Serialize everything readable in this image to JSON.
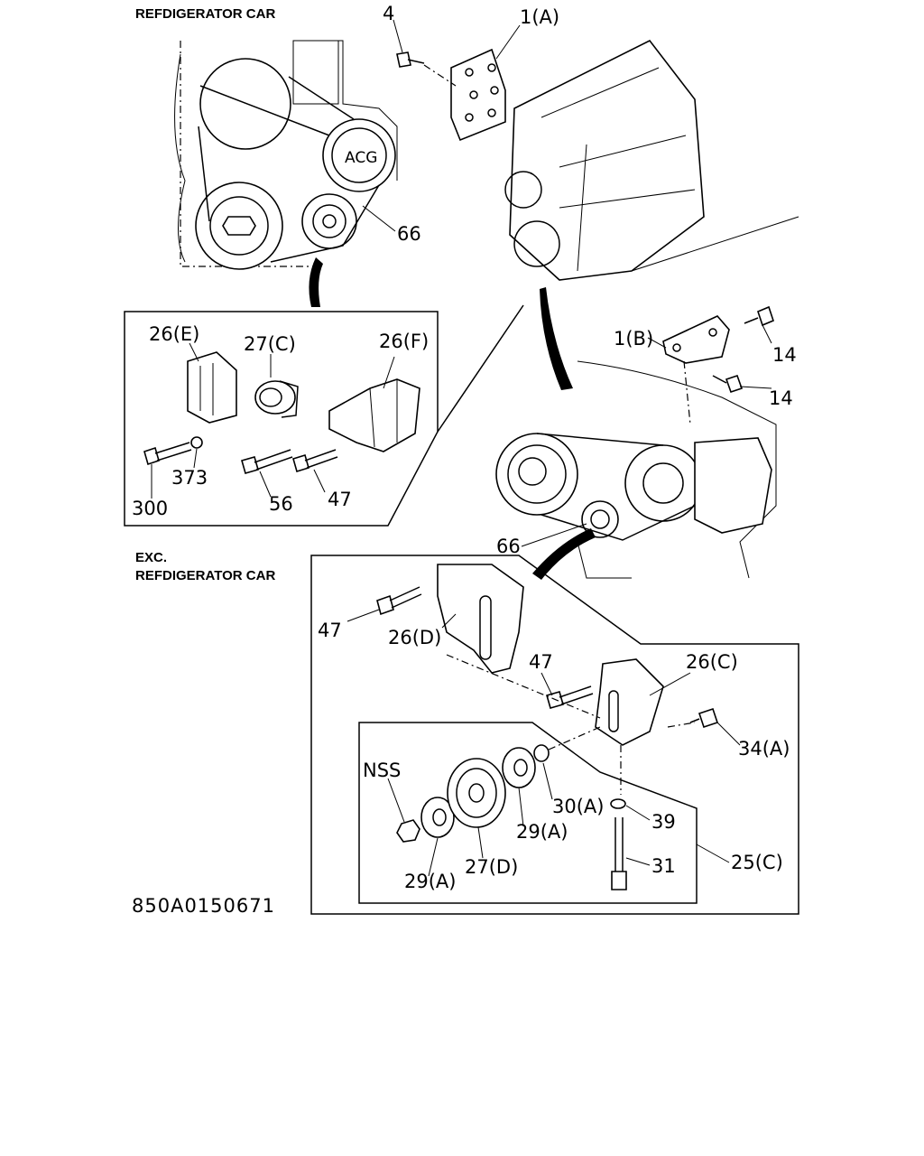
{
  "headings": {
    "refrigerator": "REFDIGERATOR CAR",
    "exc_line1": "EXC.",
    "exc_line2": "REFDIGERATOR CAR"
  },
  "callouts": {
    "c4": "4",
    "c1a": "1(A)",
    "c66_top": "66",
    "c1b": "1(B)",
    "c14_a": "14",
    "c14_b": "14",
    "c26e": "26(E)",
    "c27c": "27(C)",
    "c26f": "26(F)",
    "c300": "300",
    "c373": "373",
    "c56": "56",
    "c47_inset": "47",
    "c66_mid": "66",
    "c47_left": "47",
    "c26d": "26(D)",
    "c47_mid": "47",
    "c26c": "26(C)",
    "c34a": "34(A)",
    "cnss": "NSS",
    "c30a": "30(A)",
    "c29a_r": "29(A)",
    "c29a_l": "29(A)",
    "c27d": "27(D)",
    "c39": "39",
    "c31": "31",
    "c25c": "25(C)"
  },
  "pulley_label": "ACG",
  "document_id": "850A0150671"
}
